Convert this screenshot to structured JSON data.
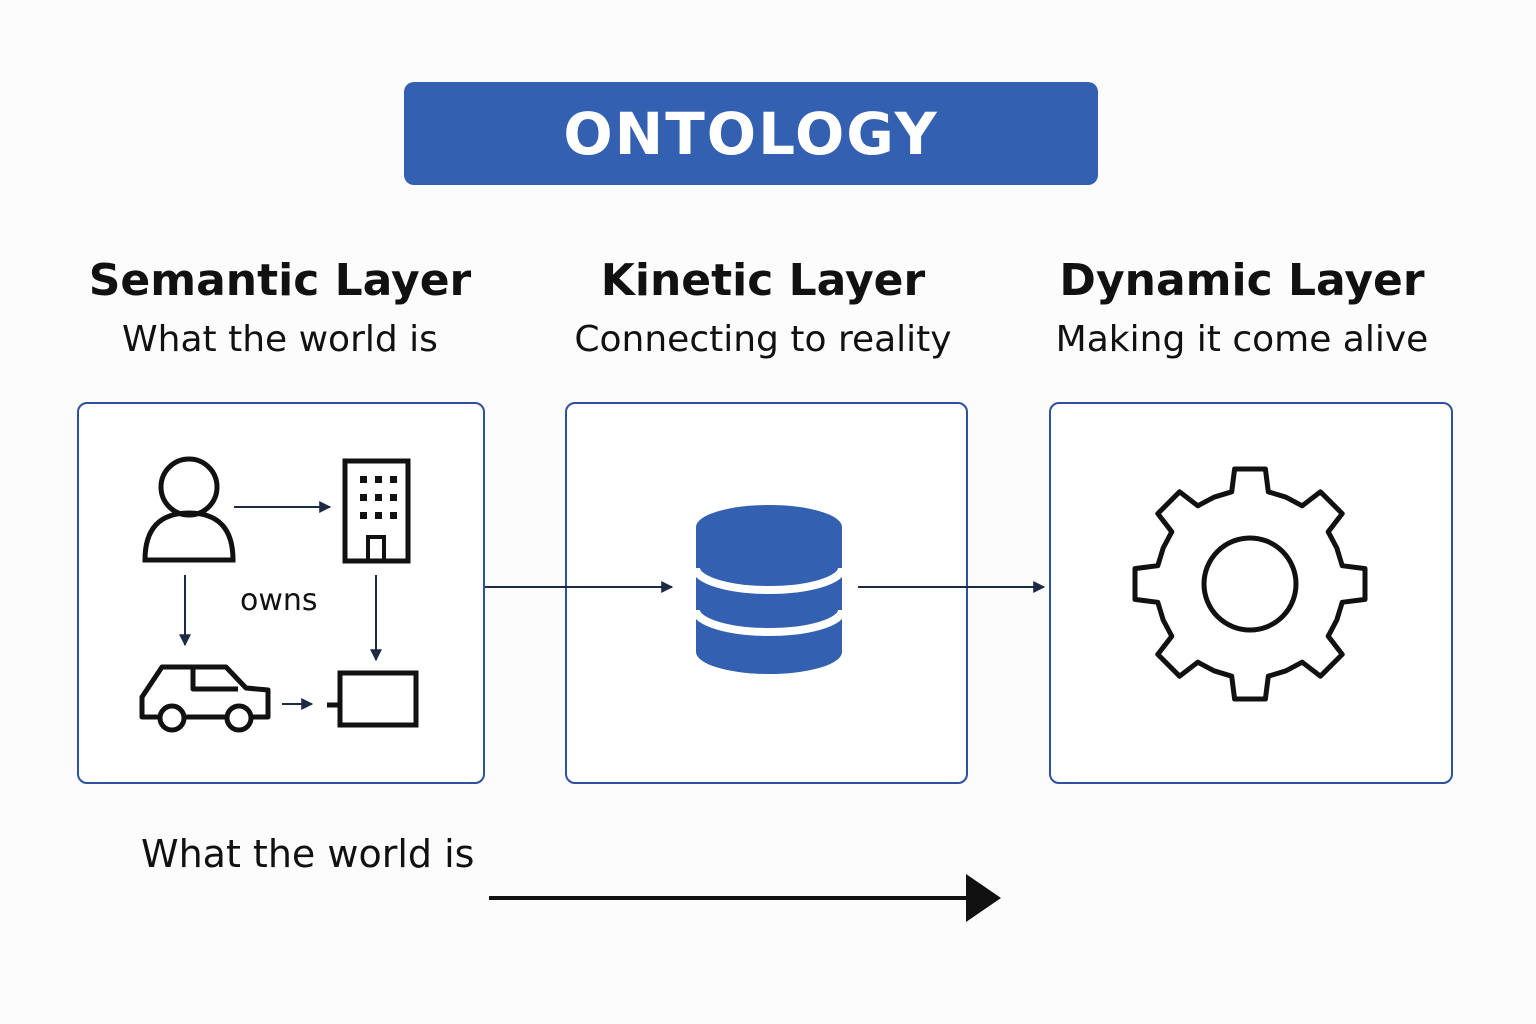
{
  "title": "ONTOLOGY",
  "colors": {
    "accent": "#3360b0",
    "panel_border": "#2f4f9f",
    "icon_stroke": "#111111",
    "arrow": "#1e2a44"
  },
  "layers": [
    {
      "name": "Semantic Layer",
      "subtitle": "What the world is",
      "icons": [
        "person-icon",
        "building-icon",
        "car-icon",
        "laptop-icon"
      ],
      "relation_label": "owns"
    },
    {
      "name": "Kinetic Layer",
      "subtitle": "Connecting to reality",
      "icons": [
        "database-icon"
      ]
    },
    {
      "name": "Dynamic Layer",
      "subtitle": "Making it come alive",
      "icons": [
        "gear-icon"
      ]
    }
  ],
  "footer": {
    "label": "What the world is"
  }
}
